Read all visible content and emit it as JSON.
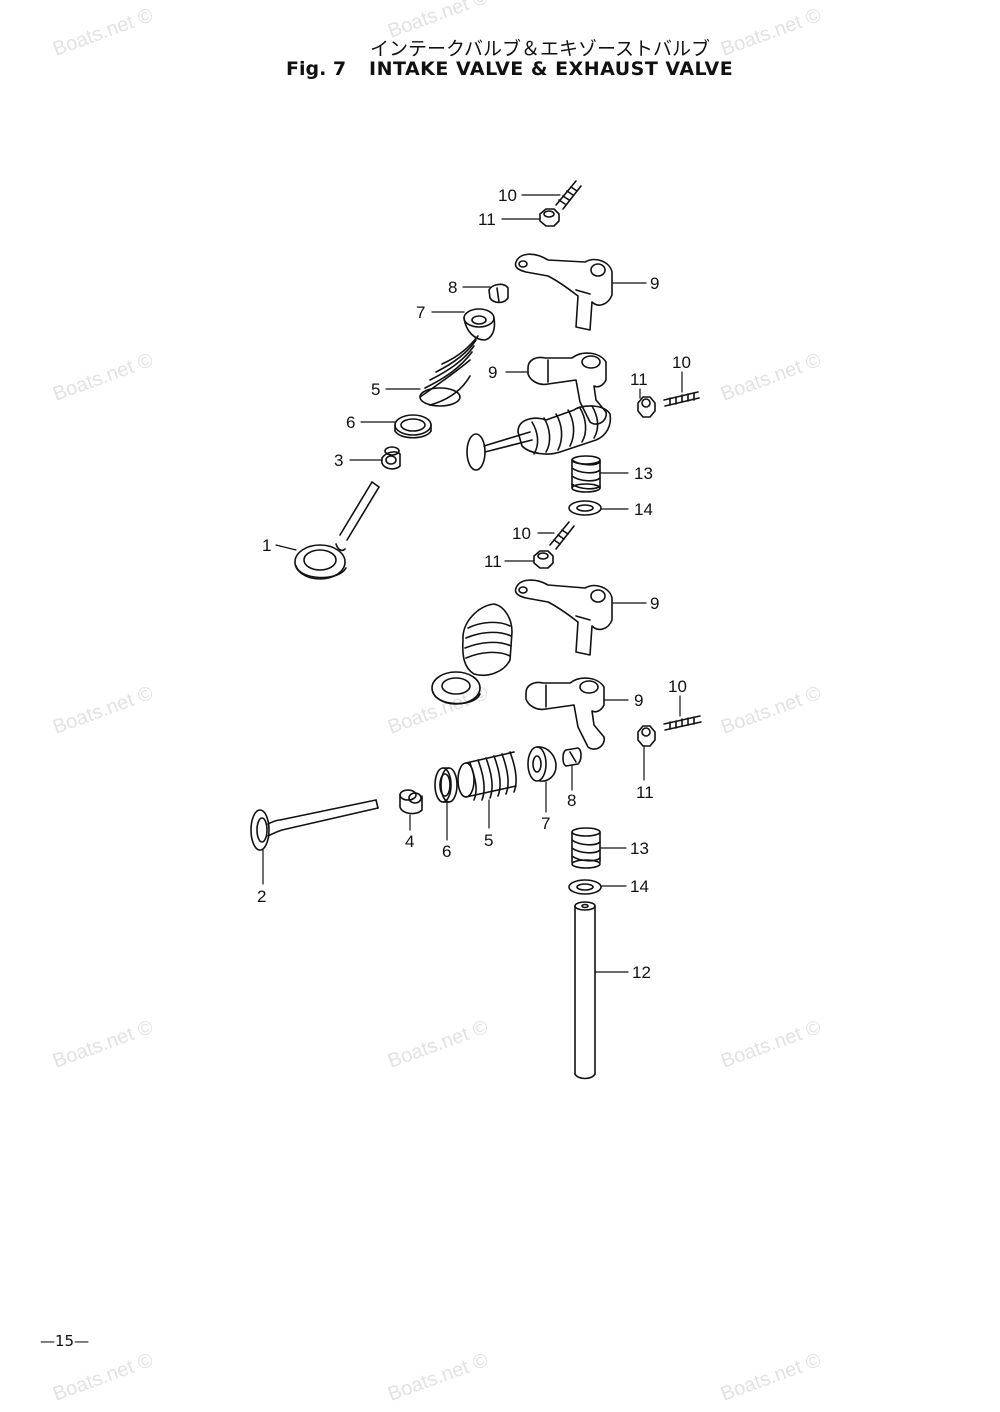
{
  "title_jp": "インテークバルブ＆エキゾーストバルブ",
  "fig_no": "Fig. 7",
  "fig_title": "INTAKE VALVE & EXHAUST VALVE",
  "page_no": "—15—",
  "watermark": "Boats.net ©",
  "callouts": {
    "c01": "10",
    "c02": "11",
    "c03": "9",
    "c04": "8",
    "c05": "7",
    "c06": "5",
    "c07": "9",
    "c08": "11",
    "c09": "10",
    "c10": "6",
    "c11": "3",
    "c12": "13",
    "c13": "14",
    "c14": "1",
    "c15": "10",
    "c16": "11",
    "c17": "9",
    "c18": "9",
    "c19": "10",
    "c20": "11",
    "c21": "4",
    "c22": "6",
    "c23": "5",
    "c24": "7",
    "c25": "8",
    "c26": "2",
    "c27": "13",
    "c28": "14",
    "c29": "12"
  }
}
